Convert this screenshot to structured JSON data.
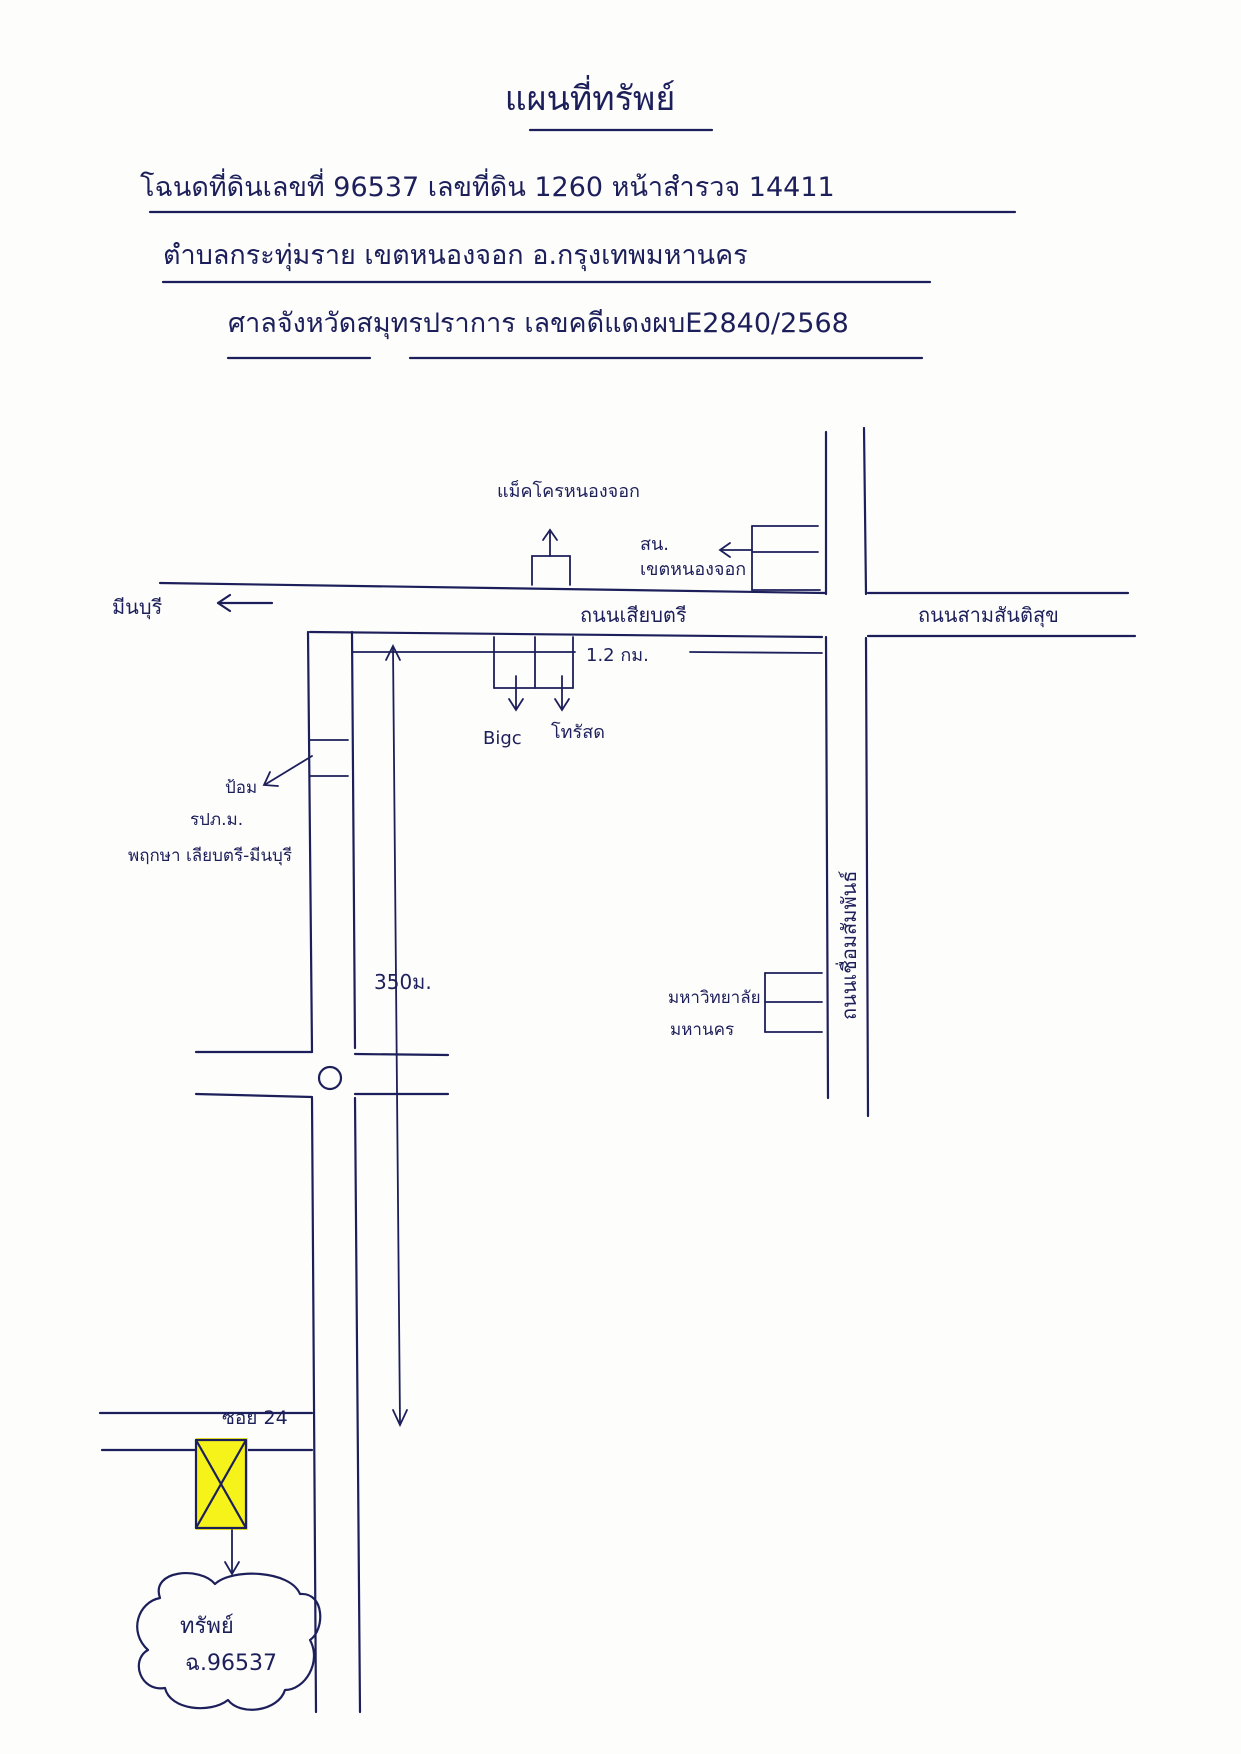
{
  "header": {
    "title": "แผนที่ทรัพย์",
    "line1": "โฉนดที่ดินเลขที่ 96537   เลขที่ดิน 1260   หน้าสำรวจ 14411",
    "line2": "ตำบลกระทุ่มราย     เขตหนองจอก     อ.กรุงเทพมหานคร",
    "line3": "ศาลจังหวัดสมุทรปราการ   เลขคดีแดงผบE2840/2568"
  },
  "labels": {
    "makro": "แม็คโครหนองจอก",
    "police": "สน.",
    "police_district": "เขตหนองจอก",
    "minburi": "มีนบุรี",
    "main_road": "ถนนเสียบตรี",
    "east_road": "ถนนสามสันติสุข",
    "distance_12km": "1.2 กม.",
    "bigc": "Bigc",
    "lotus": "โทรัสด",
    "rpt": "ป้อม",
    "rpt_line2": "รปภ.ม.",
    "rpt_line3": "พฤกษา เลียบตรี-มีนบุรี",
    "distance_350m": "350ม.",
    "side_road": "ถนนเชื่อมสัมพันธ์",
    "university": "มหาวิทยาลัย",
    "university_line2": "มหานคร",
    "soi": "ซอย 24",
    "property": "ทรัพย์",
    "property_deed": "ฉ.96537"
  },
  "colors": {
    "ink": "#1d1f5a",
    "highlight": "#f5f31a"
  }
}
